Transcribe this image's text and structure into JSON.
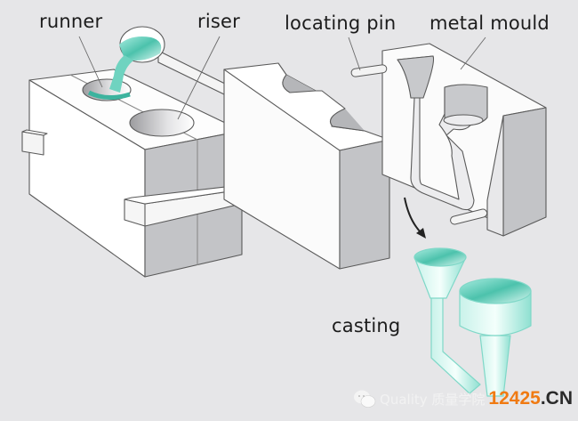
{
  "labels": {
    "runner": "runner",
    "riser": "riser",
    "locating_pin": "locating pin",
    "metal_mould": "metal mould",
    "casting": "casting"
  },
  "watermark": {
    "text": "Quality 质量学院",
    "site_number": "12425",
    "site_domain": ".CN",
    "icon": "wechat-icon"
  },
  "colors": {
    "background": "#e6e6e8",
    "block_light": "#fbfbfb",
    "block_shade": "#bfc0c3",
    "metal": "#6fd3c0",
    "metal_dark": "#3cb39e",
    "outline": "#5a5a5a",
    "watermark_orange": "#f07a12"
  }
}
